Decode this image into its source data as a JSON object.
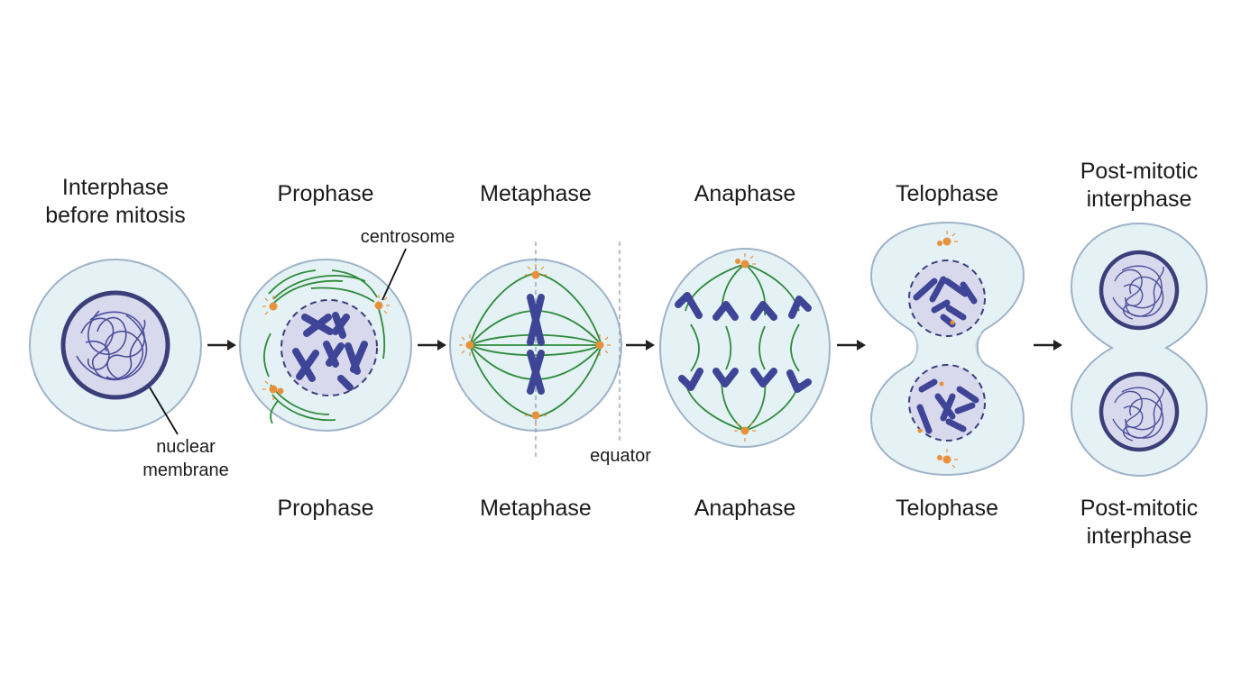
{
  "colors": {
    "cytoplasm_fill": "#e4f1f5",
    "cell_outline": "#9fb3c8",
    "nucleus_fill": "#d9d9ee",
    "nuclear_membrane": "#3a3f7a",
    "chromatin": "#4a4f9a",
    "chromosome": "#3f4596",
    "spindle_fiber": "#2e8b3a",
    "centrosome": "#e8913a",
    "arrow": "#222222",
    "text": "#1b1b1b"
  },
  "top_labels": {
    "interphase": [
      "Interphase",
      "before mitosis"
    ],
    "prophase": "Prophase",
    "metaphase": "Metaphase",
    "anaphase": "Anaphase",
    "telophase": "Telophase",
    "post_mitotic": [
      "Post-mitotic",
      "interphase"
    ]
  },
  "bottom_labels": {
    "prophase": "Prophase",
    "metaphase": "Metaphase",
    "anaphase": "Anaphase",
    "telophase": "Telophase",
    "post_mitotic": [
      "Post-mitotic",
      "interphase"
    ]
  },
  "annotations": {
    "nuclear_membrane": [
      "nuclear",
      "membrane"
    ],
    "centrosome": "centrosome",
    "equator": "equator"
  },
  "icons": {
    "arrow": "right-arrow-icon",
    "centrosome": "centrosome-icon",
    "chromosome": "chromosome-icon"
  }
}
